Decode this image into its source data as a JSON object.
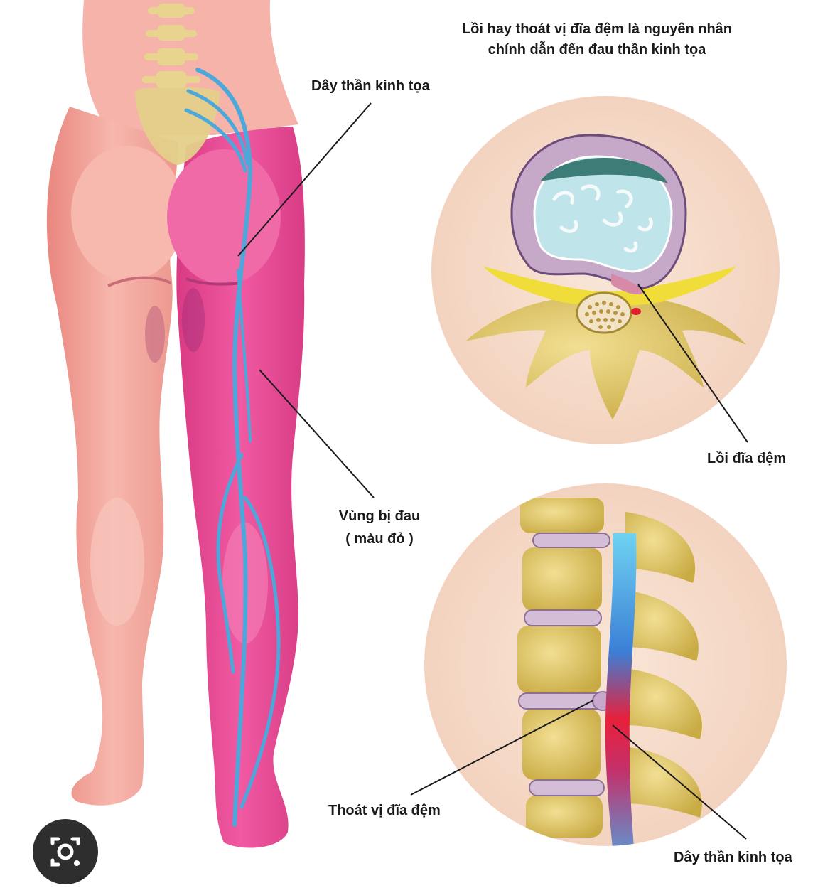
{
  "title": {
    "line1": "Lồi hay thoát vị đĩa đệm là nguyên nhân",
    "line2": "chính dẫn đến đau thần kinh tọa"
  },
  "labels": {
    "sciatic_nerve_top": "Dây thần kinh tọa",
    "pain_area_line1": "Vùng bị đau",
    "pain_area_line2": "( màu đỏ )",
    "bulging_disc": "Lồi đĩa đệm",
    "herniated_disc": "Thoát vị đĩa đệm",
    "sciatic_nerve_bottom": "Dây thần kinh tọa"
  },
  "colors": {
    "skin": "#f4a8a0",
    "pain": "#ec4f97",
    "nerve": "#4ba8db",
    "bone": "#e1c86a",
    "circle_bg": "#f7dfcf",
    "disc_outer": "#c6a8c9",
    "nucleus": "#bfe4ea",
    "inflamed": "#e2202d"
  },
  "icons": {
    "lens": "camera-lens-icon"
  }
}
